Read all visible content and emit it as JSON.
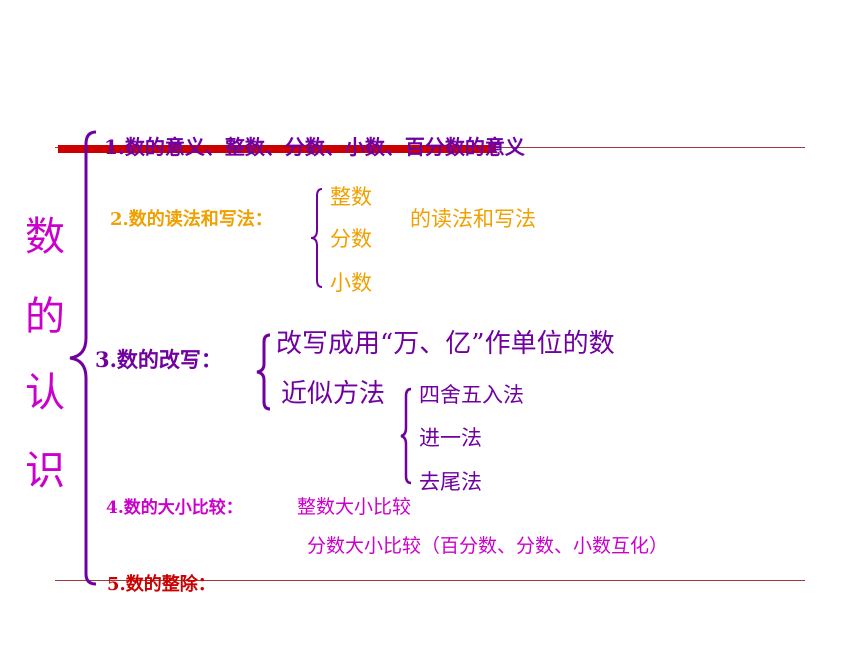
{
  "title_chars": [
    "数",
    "的",
    "认",
    "识"
  ],
  "item1": {
    "label": "1.数的意义",
    "rest": "整数、分数、小数、百分数的意义"
  },
  "item2": {
    "label": "2.数的读法和写法：",
    "options": [
      "整数",
      "分数",
      "小数"
    ],
    "suffix": "的读法和写法"
  },
  "item3": {
    "label": "3.数的改写：",
    "rewrite": "改写成用“万、亿”作单位的数",
    "approx": "近似方法",
    "methods": [
      "四舍五入法",
      "进一法",
      "去尾法"
    ]
  },
  "item4": {
    "label": "4.数的大小比较：",
    "integer": "整数大小比较",
    "fraction": "分数大小比较（百分数、分数、小数互化）"
  },
  "item5": {
    "label": "5.数的整除："
  },
  "colors": {
    "title": "#cc00cc",
    "brace": "#7000a0",
    "rule": "#cc0000",
    "orange": "#f0a000"
  }
}
